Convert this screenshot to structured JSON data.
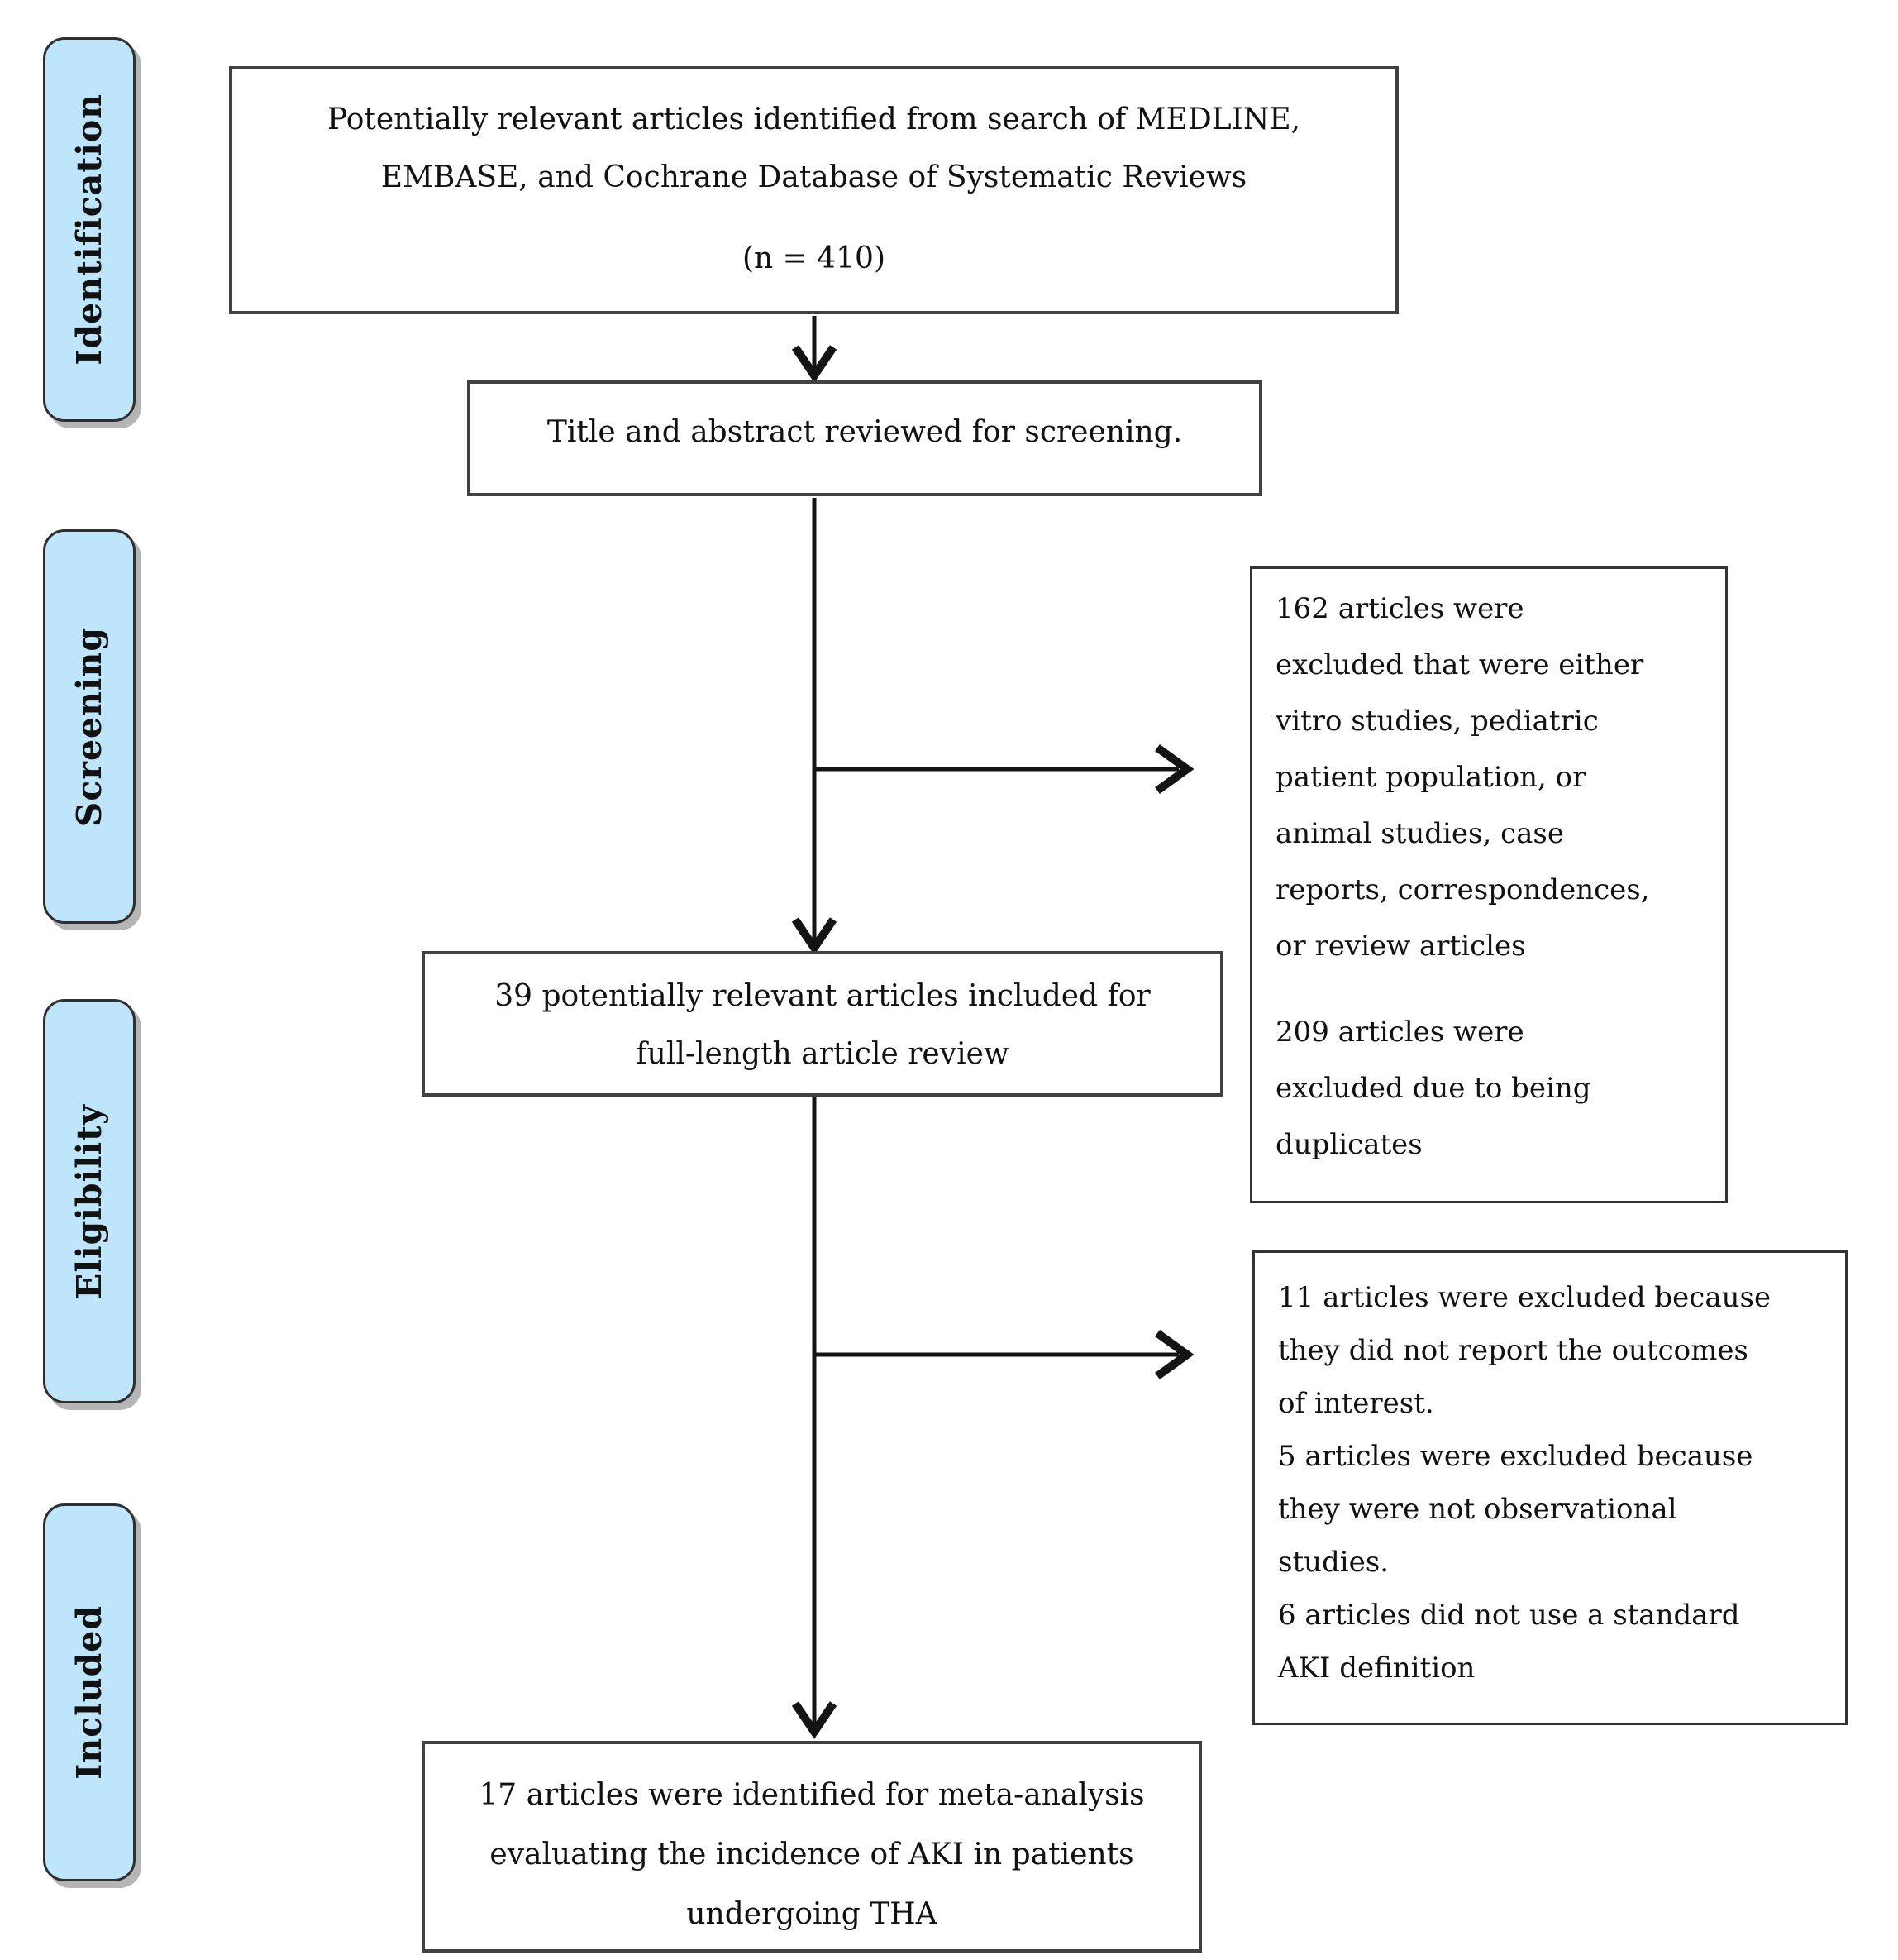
{
  "colors": {
    "background": "#ffffff",
    "stage_fill": "#bfe5fb",
    "stage_border": "#2f2f2f",
    "box_border": "#414141",
    "arrow": "#141414",
    "text": "#111111"
  },
  "sidebar": {
    "stages": [
      {
        "label": "Identification"
      },
      {
        "label": "Screening"
      },
      {
        "label": "Eligibility"
      },
      {
        "label": "Included"
      }
    ]
  },
  "nodes": {
    "identified": {
      "lines": [
        "Potentially relevant articles identified from search of MEDLINE,",
        "EMBASE, and Cochrane Database of Systematic Reviews"
      ],
      "count": "(n = 410)"
    },
    "screened": {
      "lines": [
        "Title and abstract reviewed for screening."
      ]
    },
    "full_review": {
      "lines": [
        "39 potentially relevant articles included for",
        "full-length article review"
      ]
    },
    "meta_analysis": {
      "lines": [
        "17 articles were identified for meta-analysis",
        "evaluating the incidence of AKI in patients",
        "undergoing THA"
      ]
    },
    "excluded_screening": {
      "paragraphs": [
        [
          "162 articles were",
          "excluded that were either",
          "vitro studies, pediatric",
          "patient population, or",
          "animal studies, case",
          "reports, correspondences,",
          "or review articles"
        ],
        [
          "209 articles were",
          "excluded due to being",
          "duplicates"
        ]
      ]
    },
    "excluded_eligibility": {
      "lines": [
        "11 articles were excluded because",
        "they did not report the outcomes",
        "of interest.",
        "5 articles were excluded because",
        "they were not observational",
        "studies.",
        "6 articles did not use a standard",
        "AKI definition"
      ]
    }
  }
}
